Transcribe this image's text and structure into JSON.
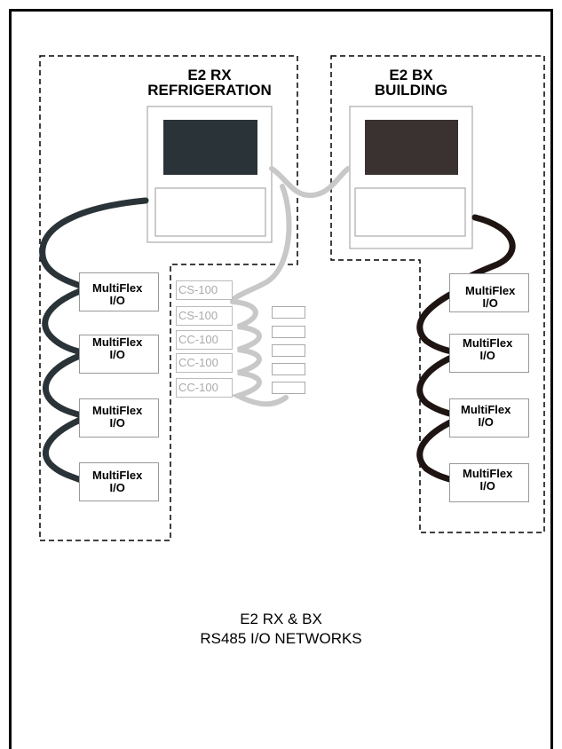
{
  "rx": {
    "title_line1": "E2 RX",
    "title_line2": "REFRIGERATION"
  },
  "bx": {
    "title_line1": "E2 BX",
    "title_line2": "BUILDING"
  },
  "rx_devices": [
    {
      "line1": "MultiFlex",
      "line2": "I/O"
    },
    {
      "line1": "MultiFlex",
      "line2": "I/O"
    },
    {
      "line1": "MultiFlex",
      "line2": "I/O"
    },
    {
      "line1": "MultiFlex",
      "line2": "I/O"
    }
  ],
  "bx_devices": [
    {
      "line1": "MultiFlex",
      "line2": "I/O"
    },
    {
      "line1": "MultiFlex",
      "line2": "I/O"
    },
    {
      "line1": "MultiFlex",
      "line2": "I/O"
    },
    {
      "line1": "MultiFlex",
      "line2": "I/O"
    }
  ],
  "cc_devices": [
    "CS-100",
    "CS-100",
    "CC-100",
    "CC-100",
    "CC-100"
  ],
  "caption": {
    "line1": "E2 RX & BX",
    "line2": "RS485 I/O NETWORKS"
  },
  "colors": {
    "rx_screen": "#2a3438",
    "bx_screen": "#3a3230",
    "rx_cable": "#2a3438",
    "bx_cable": "#1e1412",
    "cc_cable": "#c8c8c8"
  }
}
